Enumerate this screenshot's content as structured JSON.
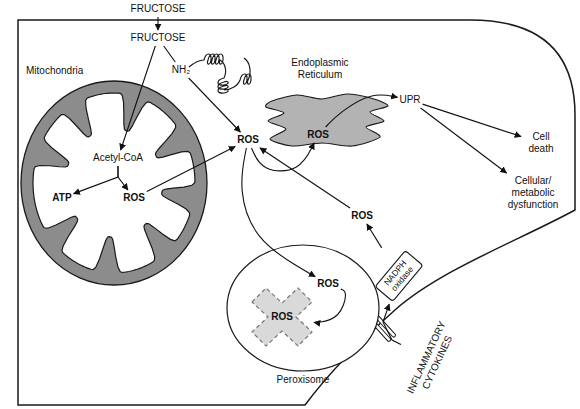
{
  "diagram": {
    "nodes": [
      {
        "text": [
          "FRUCTOSE"
        ]
      },
      {
        "text": [
          "FRUCTOSE"
        ]
      },
      {
        "text": [
          "Mitochondria"
        ]
      },
      {
        "text": [
          "Acetyl-CoA"
        ],
        "in": 2
      },
      {
        "text": [
          "ATP"
        ],
        "in": 2
      },
      {
        "text": [
          "ROS"
        ],
        "in": 2
      },
      {
        "text": [
          "NH₂"
        ]
      },
      {
        "text": [
          "Endoplasmic Reticulum"
        ]
      },
      {
        "text": [
          "ROS"
        ],
        "in": 7
      },
      {
        "text": [
          "UPR"
        ]
      },
      {
        "text": [
          "Cell death"
        ]
      },
      {
        "text": [
          "Cellular/ metabolic dysfunction"
        ]
      },
      {
        "text": [
          "ROS"
        ]
      },
      {
        "text": [
          "ROS"
        ]
      },
      {
        "text": [
          "NADPH oxidase"
        ]
      },
      {
        "text": [
          "Peroxisome"
        ]
      },
      {
        "text": [
          "ROS"
        ],
        "in": 15
      },
      {
        "text": [
          "ROS"
        ],
        "in": 15
      },
      {
        "text": [
          "INFLAMMATORY CYTOKINES"
        ]
      }
    ],
    "edges": [
      {
        "from": 0,
        "to": 1,
        "arrow": "to"
      },
      {
        "from": 1,
        "to": 3,
        "arrow": "to"
      },
      {
        "from": 1,
        "to": 6,
        "arrow": "none"
      },
      {
        "from": 6,
        "to": 12,
        "arrow": "to"
      },
      {
        "from": 3,
        "to": 4,
        "arrow": "to"
      },
      {
        "from": 3,
        "to": 5,
        "arrow": "to"
      },
      {
        "from": 5,
        "to": 12,
        "arrow": "to"
      },
      {
        "from": 12,
        "to": 8,
        "arrow": "to"
      },
      {
        "from": 8,
        "to": 9,
        "arrow": "to"
      },
      {
        "from": 9,
        "to": 10,
        "arrow": "to"
      },
      {
        "from": 9,
        "to": 11,
        "arrow": "to"
      },
      {
        "from": 13,
        "to": 12,
        "arrow": "to"
      },
      {
        "from": 14,
        "to": 13,
        "arrow": "to"
      },
      {
        "from": 12,
        "to": 16,
        "arrow": "to"
      },
      {
        "from": 16,
        "to": 17,
        "arrow": "to"
      },
      {
        "from": 18,
        "to": 14,
        "arrow": "to"
      }
    ]
  }
}
